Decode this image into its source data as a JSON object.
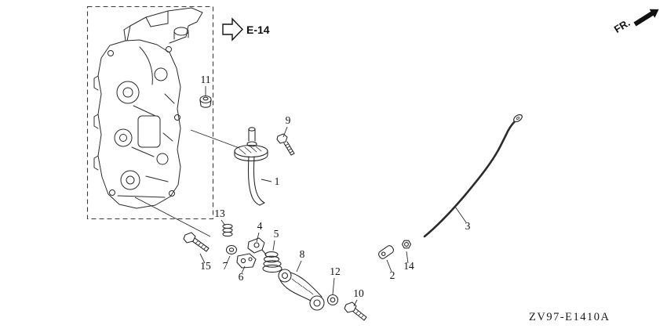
{
  "diagram": {
    "code": "ZV97-E1410A",
    "reference_label": "E-14",
    "direction_label": "FR."
  },
  "parts": [
    {
      "number": "1"
    },
    {
      "number": "2"
    },
    {
      "number": "3"
    },
    {
      "number": "4"
    },
    {
      "number": "5"
    },
    {
      "number": "6"
    },
    {
      "number": "7"
    },
    {
      "number": "8"
    },
    {
      "number": "9"
    },
    {
      "number": "10"
    },
    {
      "number": "11"
    },
    {
      "number": "12"
    },
    {
      "number": "13"
    },
    {
      "number": "14"
    },
    {
      "number": "15"
    }
  ],
  "colors": {
    "line": "#2b2b2b",
    "background": "#ffffff"
  }
}
